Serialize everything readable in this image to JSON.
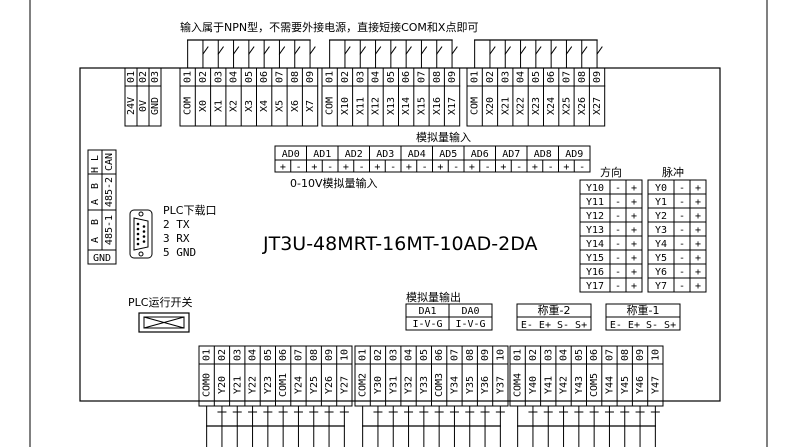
{
  "top_note": "输入属于NPN型，不需要外接电源，直接短接COM和X点即可",
  "top_left_group": {
    "pins": [
      "01",
      "02",
      "03"
    ],
    "labels": [
      "24V",
      "0V",
      "GND"
    ]
  },
  "input_group_1": {
    "pins": [
      "01",
      "02",
      "03",
      "04",
      "05",
      "06",
      "07",
      "08",
      "09"
    ],
    "labels": [
      "COM",
      "X0",
      "X1",
      "X2",
      "X3",
      "X4",
      "X5",
      "X6",
      "X7"
    ]
  },
  "input_group_2": {
    "pins": [
      "01",
      "02",
      "03",
      "04",
      "05",
      "06",
      "07",
      "08",
      "09"
    ],
    "labels": [
      "COM",
      "X10",
      "X11",
      "X12",
      "X13",
      "X14",
      "X15",
      "X16",
      "X17"
    ]
  },
  "input_group_3": {
    "pins": [
      "01",
      "02",
      "03",
      "04",
      "05",
      "06",
      "07",
      "08",
      "09"
    ],
    "labels": [
      "COM",
      "X20",
      "X21",
      "X22",
      "X23",
      "X24",
      "X25",
      "X26",
      "X27"
    ]
  },
  "analog_input": {
    "title": "模拟量输入",
    "channels": [
      "AD0",
      "AD1",
      "AD2",
      "AD3",
      "AD4",
      "AD5",
      "AD6",
      "AD7",
      "AD8",
      "AD9"
    ],
    "polarity": [
      "+",
      "-"
    ],
    "range_note": "0-10V模拟量输入"
  },
  "comm_left": {
    "can_label": "CAN",
    "can_pins": [
      "L",
      "H"
    ],
    "rs485_2_label": "485-2",
    "rs485_2_pins": [
      "B",
      "A"
    ],
    "rs485_1_label": "485-1",
    "rs485_1_pins": [
      "B",
      "A"
    ],
    "gnd": "GND"
  },
  "plc_download": {
    "title": "PLC下载口",
    "lines": [
      "2  TX",
      "3  RX",
      "5  GND"
    ]
  },
  "model": "JT3U-48MRT-16MT-10AD-2DA",
  "plc_switch": "PLC运行开关",
  "direction_header": "方向",
  "pulse_header": "脉冲",
  "direction_rows": [
    "Y10",
    "Y11",
    "Y12",
    "Y13",
    "Y14",
    "Y15",
    "Y16",
    "Y17"
  ],
  "pulse_rows": [
    "Y0",
    "Y1",
    "Y2",
    "Y3",
    "Y4",
    "Y5",
    "Y6",
    "Y7"
  ],
  "row_polarity": [
    "-",
    "+"
  ],
  "analog_output": {
    "title": "模拟量输出",
    "channels": [
      "DA1",
      "DA0"
    ],
    "pins": "I-V-G"
  },
  "weigh_2": {
    "title": "称重-2",
    "pins": [
      "E-",
      "E+",
      "S-",
      "S+"
    ]
  },
  "weigh_1": {
    "title": "称重-1",
    "pins": [
      "E-",
      "E+",
      "S-",
      "S+"
    ]
  },
  "output_group_1": {
    "pins": [
      "01",
      "02",
      "03",
      "04",
      "05",
      "06",
      "07",
      "08",
      "09",
      "10"
    ],
    "labels": [
      "COM0",
      "Y20",
      "Y21",
      "Y22",
      "Y23",
      "COM1",
      "Y24",
      "Y25",
      "Y26",
      "Y27"
    ]
  },
  "output_group_2": {
    "pins": [
      "01",
      "02",
      "03",
      "04",
      "05",
      "06",
      "07",
      "08",
      "09",
      "10"
    ],
    "labels": [
      "COM2",
      "Y30",
      "Y31",
      "Y32",
      "Y33",
      "COM3",
      "Y34",
      "Y35",
      "Y36",
      "Y37"
    ]
  },
  "output_group_3": {
    "pins": [
      "01",
      "02",
      "03",
      "04",
      "05",
      "06",
      "07",
      "08",
      "09",
      "10"
    ],
    "labels": [
      "COM4",
      "Y40",
      "Y41",
      "Y42",
      "Y43",
      "COM5",
      "Y44",
      "Y45",
      "Y46",
      "Y47"
    ]
  }
}
